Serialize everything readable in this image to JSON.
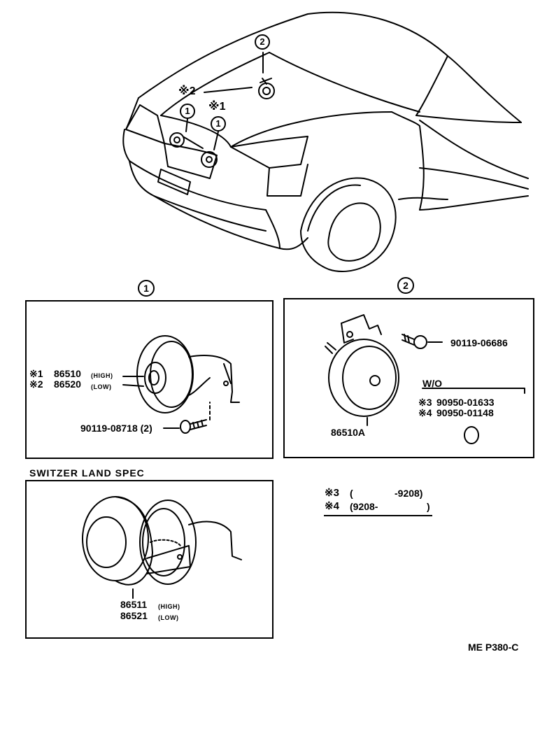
{
  "callouts": {
    "car_ref_2": "2",
    "car_mark2_sym": "※",
    "car_mark2_num": "2",
    "car_ref_1a": "1",
    "car_mark1_sym": "※",
    "car_mark1_num": "1",
    "car_ref_1b": "1",
    "panel1_ref": "1",
    "panel2_ref": "2"
  },
  "panel1": {
    "mark1": "※1",
    "part_high": "86510",
    "high_tag": "(HIGH)",
    "mark2": "※2",
    "part_low": "86520",
    "low_tag": "(LOW)",
    "bolt": "90119-08718 (2)"
  },
  "panel2": {
    "bolt": "90119-06686",
    "horn": "86510A",
    "wo_label": "W/O",
    "mark3": "※3",
    "cap3": "90950-01633",
    "mark4": "※4",
    "cap4": "90950-01148"
  },
  "panel3": {
    "section_title": "SWITZER LAND SPEC",
    "part_high": "86511",
    "high_tag": "(HIGH)",
    "part_low": "86521",
    "low_tag": "(LOW)"
  },
  "legend": {
    "mark3": "※3",
    "range3_open": "(",
    "range3_end": "-9208)",
    "mark4": "※4",
    "range4_start": "(9208-",
    "range4_close": ")"
  },
  "footer": {
    "code": "ME P380-C"
  }
}
